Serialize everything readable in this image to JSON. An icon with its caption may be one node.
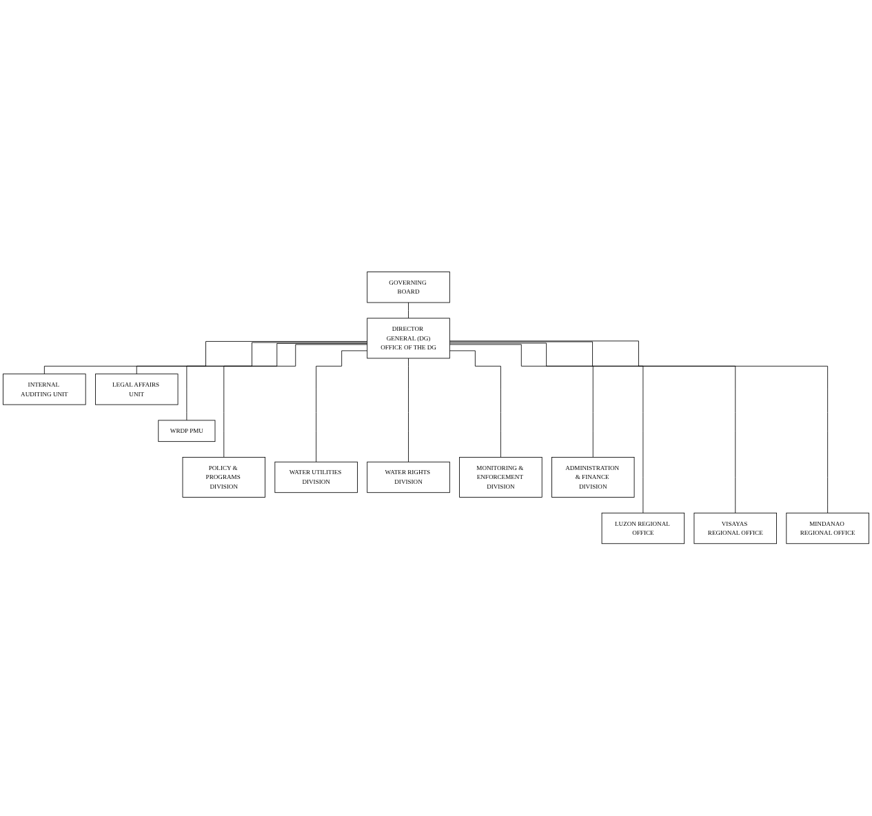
{
  "diagram": {
    "nodes": [
      {
        "text": [
          "GOVERNING BOARD"
        ]
      },
      {
        "text": [
          "DIRECTOR GENERAL (DG)",
          "OFFICE OF THE DG"
        ]
      },
      {
        "text": [
          "INTERNAL AUDITING UNIT"
        ]
      },
      {
        "text": [
          "LEGAL AFFAIRS UNIT"
        ]
      },
      {
        "text": [
          "WRDP PMU"
        ]
      },
      {
        "text": [
          "POLICY & PROGRAMS DIVISION"
        ]
      },
      {
        "text": [
          "WATER UTILITIES DIVISION"
        ]
      },
      {
        "text": [
          "WATER RIGHTS DIVISION"
        ]
      },
      {
        "text": [
          "MONITORING & ENFORCEMENT DIVISION"
        ]
      },
      {
        "text": [
          "ADMINISTRATION & FINANCE DIVISION"
        ]
      },
      {
        "text": [
          "LUZON REGIONAL OFFICE"
        ]
      },
      {
        "text": [
          "VISAYAS REGIONAL OFFICE"
        ]
      },
      {
        "text": [
          "MINDANAO REGIONAL OFFICE"
        ]
      }
    ],
    "edges": [
      {
        "from": 0,
        "to": 1,
        "arrow": "none"
      },
      {
        "from": 1,
        "to": 2,
        "arrow": "none"
      },
      {
        "from": 1,
        "to": 3,
        "arrow": "none"
      },
      {
        "from": 1,
        "to": 4,
        "arrow": "none"
      },
      {
        "from": 1,
        "to": 5,
        "arrow": "none"
      },
      {
        "from": 1,
        "to": 6,
        "arrow": "none"
      },
      {
        "from": 1,
        "to": 7,
        "arrow": "none"
      },
      {
        "from": 1,
        "to": 8,
        "arrow": "none"
      },
      {
        "from": 1,
        "to": 9,
        "arrow": "none"
      },
      {
        "from": 1,
        "to": 10,
        "arrow": "none"
      },
      {
        "from": 1,
        "to": 11,
        "arrow": "none"
      },
      {
        "from": 1,
        "to": 12,
        "arrow": "none"
      }
    ]
  }
}
